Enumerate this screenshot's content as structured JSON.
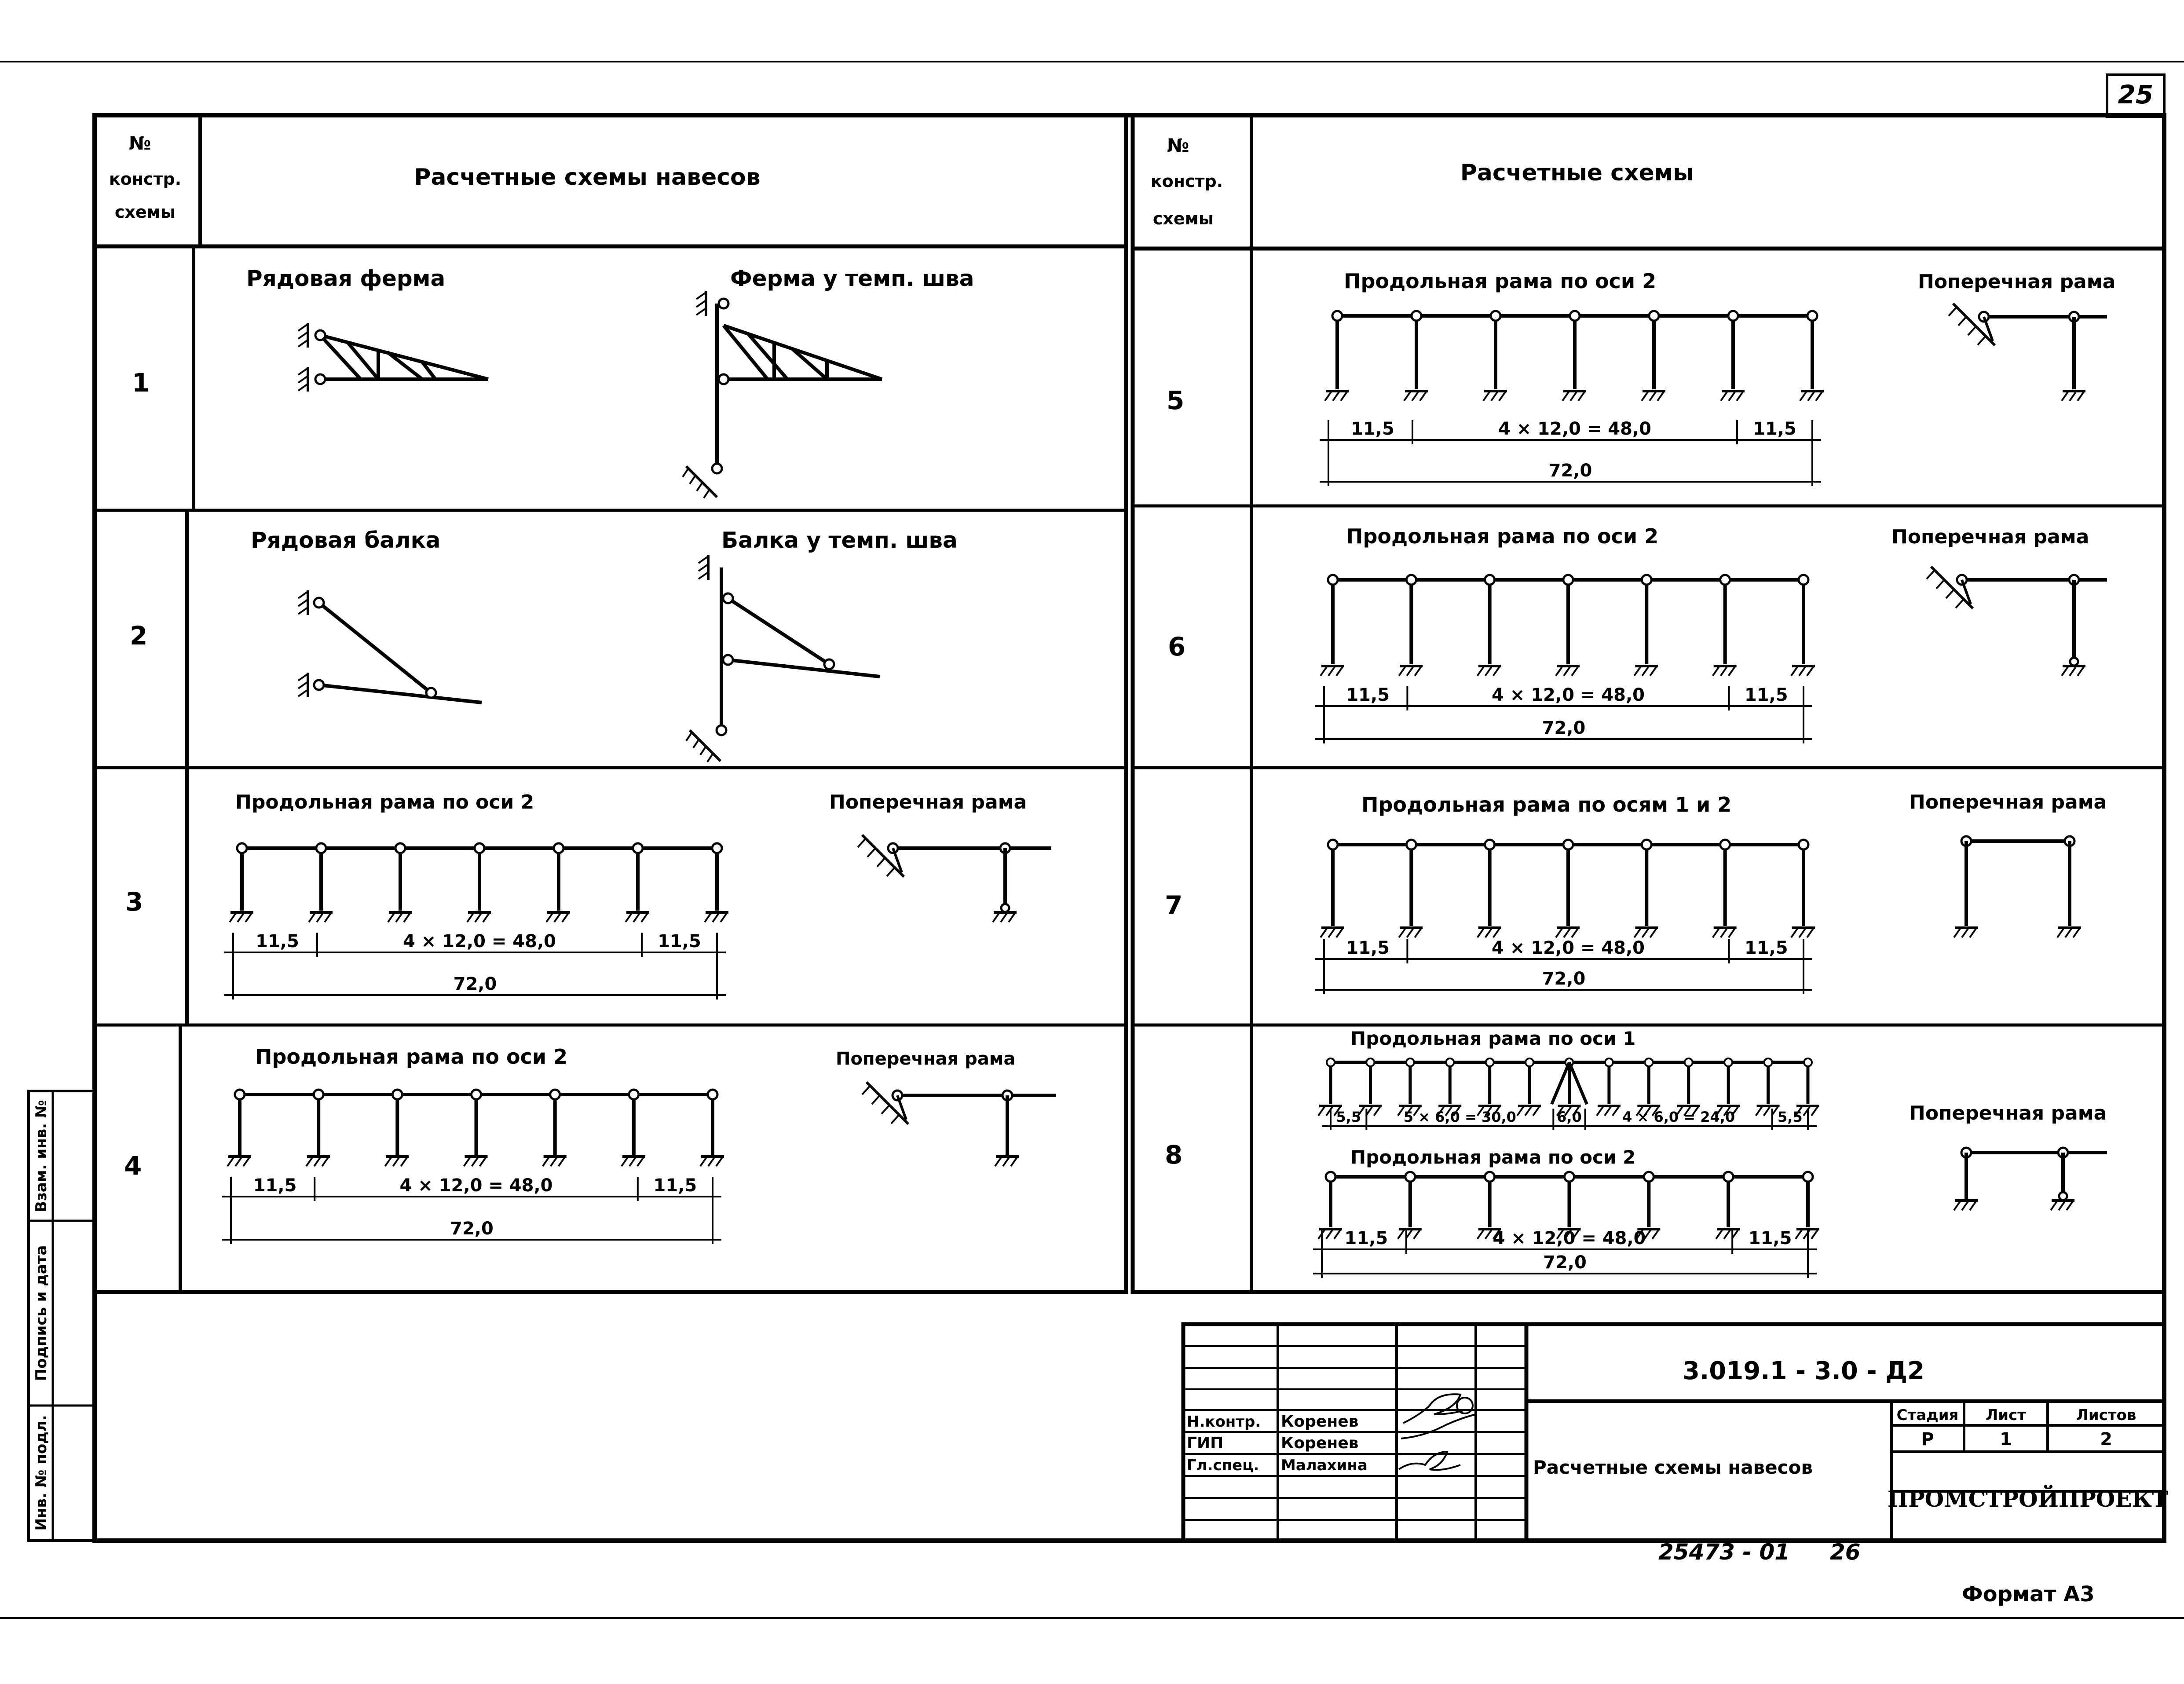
{
  "sheet": {
    "page_number": "25",
    "format_label": "Формат А3",
    "archive_number": "25473 - 01",
    "archive_suffix": "26"
  },
  "side_stamp": {
    "cells": [
      "Взам. инв. №",
      "Подпись и дата",
      "Инв. № подл."
    ]
  },
  "left_table": {
    "header_no": [
      "№",
      "констр.",
      "схемы"
    ],
    "header_title": "Расчетные схемы навесов"
  },
  "right_table": {
    "header_no": [
      "№",
      "констр.",
      "схемы"
    ],
    "header_title": "Расчетные схемы"
  },
  "schemes": [
    {
      "no": "1",
      "left_title": "Рядовая ферма",
      "right_title": "Ферма у темп. шва"
    },
    {
      "no": "2",
      "left_title": "Рядовая балка",
      "right_title": "Балка у темп. шва"
    },
    {
      "no": "3",
      "left_title": "Продольная рама по оси 2",
      "right_title": "Поперечная рама",
      "dims": {
        "end": "11,5",
        "middle": "4 × 12,0 = 48,0",
        "total": "72,0"
      }
    },
    {
      "no": "4",
      "left_title": "Продольная рама по оси 2",
      "right_title": "Поперечная рама",
      "dims": {
        "end": "11,5",
        "middle": "4 × 12,0 = 48,0",
        "total": "72,0"
      }
    },
    {
      "no": "5",
      "left_title": "Продольная рама по оси 2",
      "right_title": "Поперечная рама",
      "dims": {
        "end": "11,5",
        "middle": "4 × 12,0 = 48,0",
        "total": "72,0"
      }
    },
    {
      "no": "6",
      "left_title": "Продольная рама по оси 2",
      "right_title": "Поперечная рама",
      "dims": {
        "end": "11,5",
        "middle": "4 × 12,0 = 48,0",
        "total": "72,0"
      }
    },
    {
      "no": "7",
      "left_title": "Продольная рама по осям 1 и 2",
      "right_title": "Поперечная рама",
      "dims": {
        "end": "11,5",
        "middle": "4 × 12,0 = 48,0",
        "total": "72,0"
      }
    },
    {
      "no": "8",
      "left_title": "Продольная рама по оси 1",
      "left_title_2": "Продольная рама по оси 2",
      "right_title": "Поперечная рама",
      "dims_top": {
        "a": "5,5",
        "b": "5 × 6,0 = 30,0",
        "c": "6,0",
        "d": "4 × 6,0 = 24,0",
        "e": "5,5"
      },
      "dims": {
        "end": "11,5",
        "middle": "4 × 12,0 = 48,0",
        "total": "72,0"
      }
    }
  ],
  "title_block": {
    "code": "3.019.1 - 3.0 - Д2",
    "title": "Расчетные схемы навесов",
    "roles": [
      "Н.контр.",
      "ГИП",
      "Гл.спец."
    ],
    "names": [
      "Коренев",
      "Коренев",
      "Малахина"
    ],
    "stage_header": "Стадия",
    "sheet_header": "Лист",
    "sheets_header": "Листов",
    "stage_value": "Р",
    "sheet_value": "1",
    "sheets_value": "2",
    "organization": "ПРОМСТРОЙПРОЕКТ"
  }
}
